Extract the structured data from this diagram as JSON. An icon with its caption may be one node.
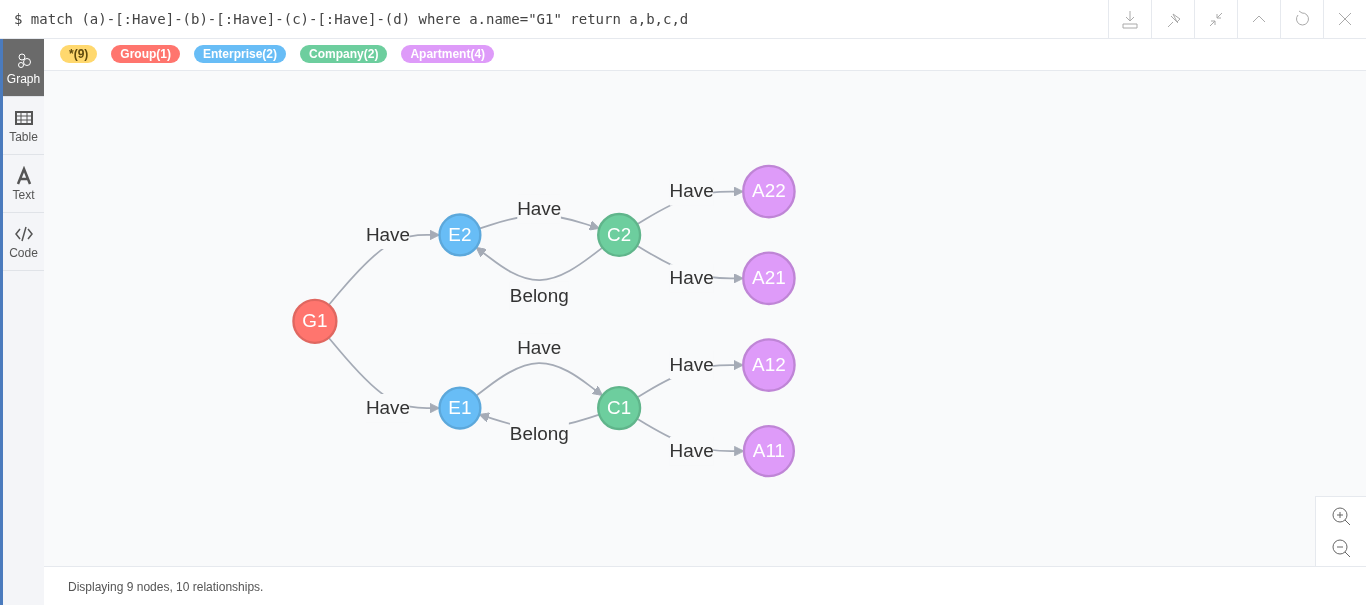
{
  "diagram": {
    "nodes": [
      {
        "text": [
          "G1"
        ]
      },
      {
        "text": [
          "E2"
        ]
      },
      {
        "text": [
          "E1"
        ]
      },
      {
        "text": [
          "C2"
        ]
      },
      {
        "text": [
          "C1"
        ]
      },
      {
        "text": [
          "A22"
        ]
      },
      {
        "text": [
          "A21"
        ]
      },
      {
        "text": [
          "A12"
        ]
      },
      {
        "text": [
          "A11"
        ]
      }
    ],
    "edges": [
      {
        "from": 0,
        "to": 1,
        "arrow": "to",
        "label": "Have"
      },
      {
        "from": 0,
        "to": 2,
        "arrow": "to",
        "label": "Have"
      },
      {
        "from": 1,
        "to": 3,
        "arrow": "to",
        "label": "Have"
      },
      {
        "from": 3,
        "to": 1,
        "arrow": "to",
        "label": "Belong"
      },
      {
        "from": 3,
        "to": 5,
        "arrow": "to",
        "label": "Have"
      },
      {
        "from": 3,
        "to": 6,
        "arrow": "to",
        "label": "Have"
      },
      {
        "from": 2,
        "to": 4,
        "arrow": "to",
        "label": "Have"
      },
      {
        "from": 4,
        "to": 2,
        "arrow": "to",
        "label": "Belong"
      },
      {
        "from": 4,
        "to": 7,
        "arrow": "to",
        "label": "Have"
      },
      {
        "from": 4,
        "to": 8,
        "arrow": "to",
        "label": "Have"
      }
    ],
    "labels": [
      "$ match (a)-[:Have]-(b)-[:Have]-(c)-[:Have]-(d) where a.name=\"G1\" return a,b,c,d",
      "Graph",
      "Table",
      "Text",
      "Code",
      "Displaying 9 nodes, 10 relationships."
    ],
    "legend": [
      {
        "text": "*(9)",
        "color": "#ffd86e"
      },
      {
        "text": "Group(1)",
        "color": "#ff756e"
      },
      {
        "text": "Enterprise(2)",
        "color": "#68bdf6"
      },
      {
        "text": "Company(2)",
        "color": "#6dce9e"
      },
      {
        "text": "Apartment(4)",
        "color": "#de9bf9"
      }
    ]
  }
}
